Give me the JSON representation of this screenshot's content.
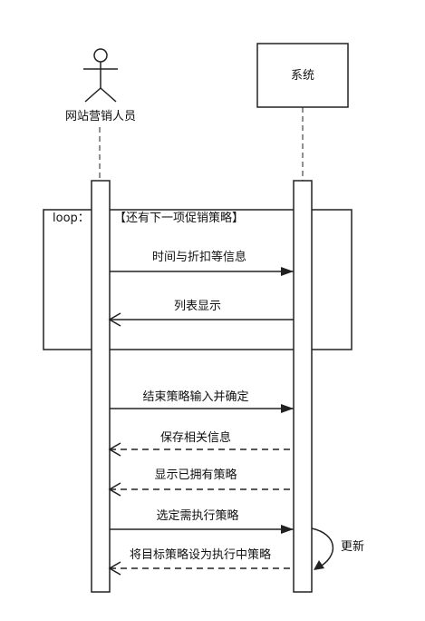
{
  "actor": {
    "label": "网站营销人员"
  },
  "system": {
    "label": "系统"
  },
  "loop": {
    "keyword": "loop：",
    "guard": "【还有下一项促销策略】"
  },
  "messages": [
    {
      "label": "时间与折扣等信息",
      "direction": "right",
      "style": "solid"
    },
    {
      "label": "列表显示",
      "direction": "left",
      "style": "solid"
    },
    {
      "label": "结束策略输入并确定",
      "direction": "right",
      "style": "solid"
    },
    {
      "label": "保存相关信息",
      "direction": "left",
      "style": "dashed"
    },
    {
      "label": "显示已拥有策略",
      "direction": "left",
      "style": "dashed"
    },
    {
      "label": "选定需执行策略",
      "direction": "right",
      "style": "solid"
    },
    {
      "label": "将目标策略设为执行中策略",
      "direction": "left",
      "style": "dashed"
    }
  ],
  "self_message": {
    "label": "更新"
  }
}
